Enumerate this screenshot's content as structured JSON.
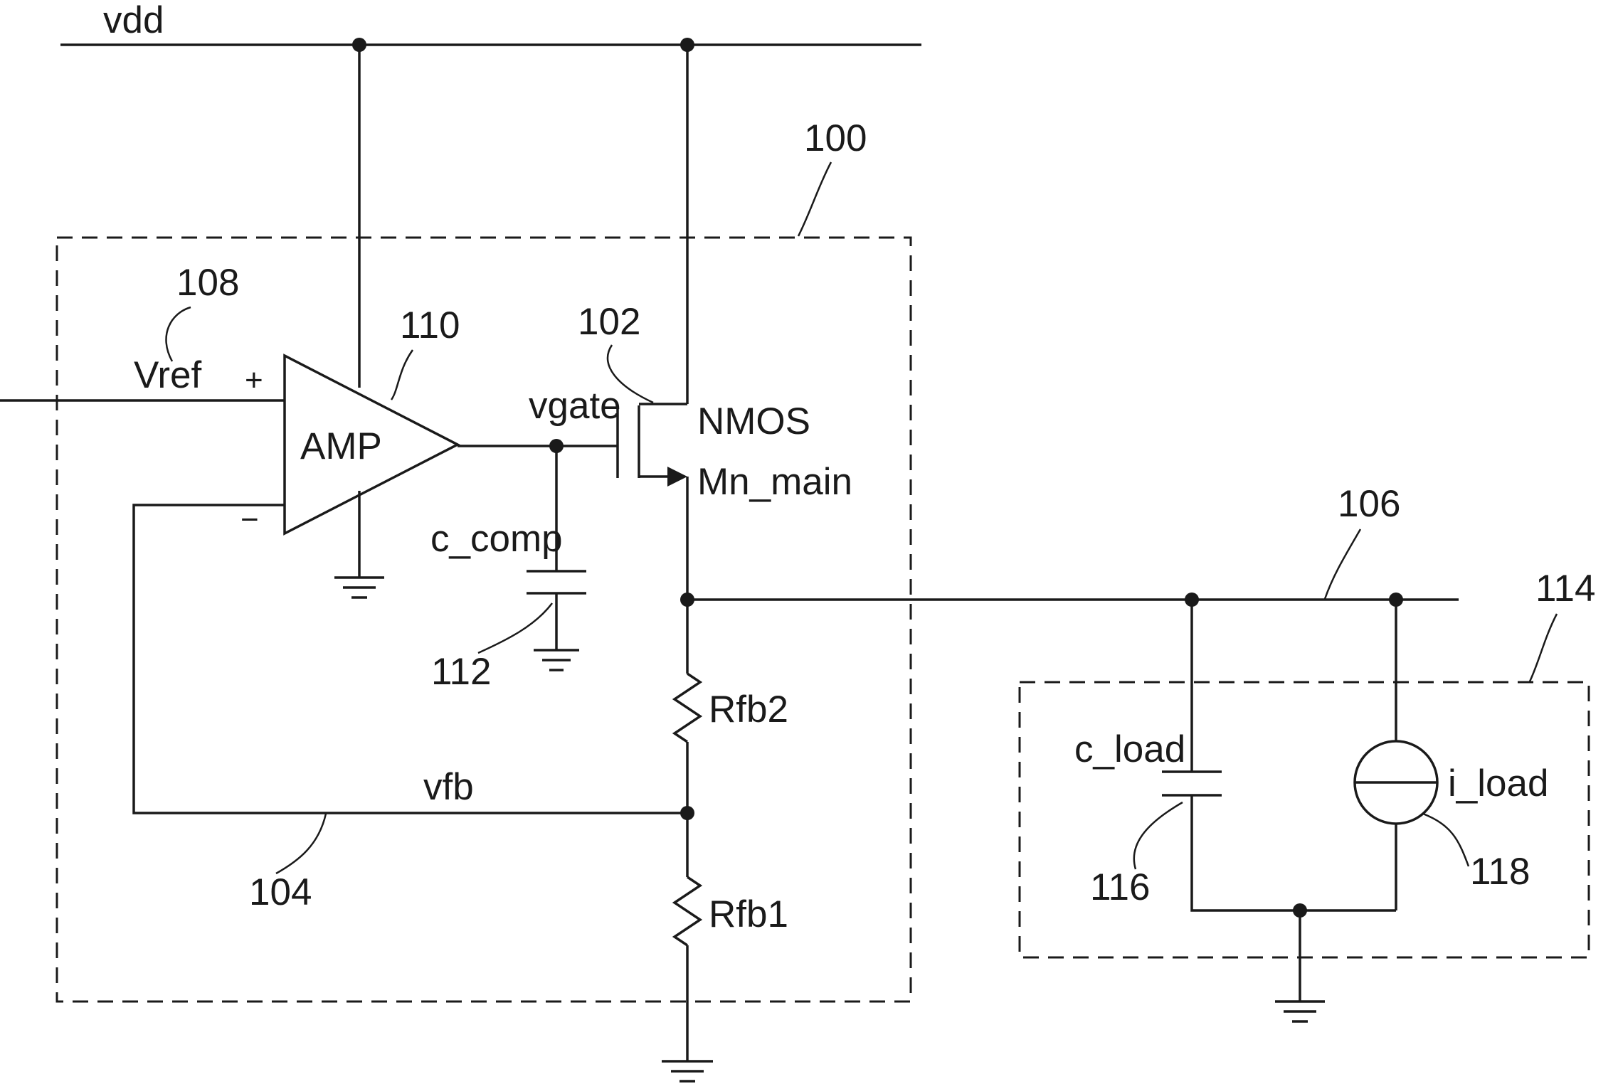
{
  "nets": {
    "supply": "vdd",
    "reference": "Vref",
    "gate": "vgate",
    "feedback": "vfb"
  },
  "amplifier": {
    "label": "AMP",
    "plus_sign": "+",
    "minus_sign": "−"
  },
  "transistor": {
    "type": "NMOS",
    "name": "Mn_main"
  },
  "components": {
    "compensation_cap": "c_comp",
    "resistor_top": "Rfb2",
    "resistor_bottom": "Rfb1",
    "load_cap": "c_load",
    "load_current": "i_load"
  },
  "reference_numerals": {
    "regulator_block": "100",
    "transistor": "102",
    "feedback_line": "104",
    "output_line": "106",
    "reference_input": "108",
    "amplifier": "110",
    "comp_capacitor": "112",
    "load_block": "114",
    "load_capacitor": "116",
    "current_source": "118"
  }
}
